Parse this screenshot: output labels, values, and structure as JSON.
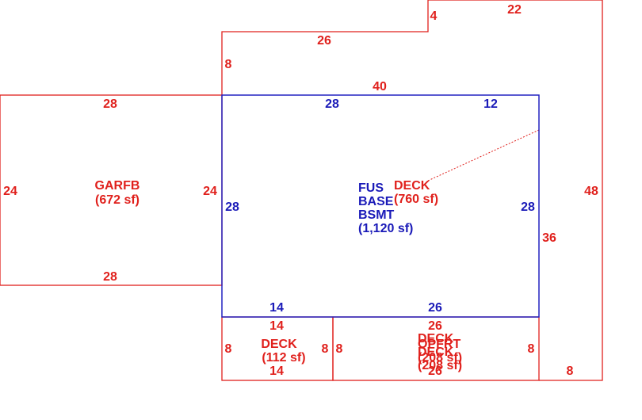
{
  "colors": {
    "addition": "#e0201c",
    "main": "#1a1ab8"
  },
  "dimensions": {
    "top_22": "22",
    "top_4": "4",
    "top_26": "26",
    "left_8": "8",
    "top_40": "40",
    "gar_top": "28",
    "gar_bottom": "28",
    "gar_left": "24",
    "gar_right": "24",
    "main_top_28": "28",
    "main_top_12": "12",
    "main_left": "28",
    "main_right": "28",
    "main_bottom_14": "14",
    "main_bottom_26": "26",
    "right_48": "48",
    "right_36": "36",
    "right_bottom_8": "8",
    "deck1_top": "14",
    "deck1_bottom": "14",
    "deck1_left": "8",
    "deck1_right": "8",
    "deck2_top": "26",
    "deck2_bottom": "26",
    "deck2_left": "8",
    "deck2_right": "8"
  },
  "areas": {
    "garfb_name": "GARFB",
    "garfb_area": "(672 sf)",
    "main_line1": "FUS",
    "main_line2": "BASE",
    "main_line3": "BSMT",
    "main_area": "(1,120 sf)",
    "deck_large_name": "DECK",
    "deck_large_area": "(760 sf)",
    "deck_small_name": "DECK",
    "deck_small_area": "(112 sf)",
    "deck_overlap_name_a": "DECK",
    "deck_overlap_name_b": "OPFRT",
    "deck_overlap_name_c": "DECK",
    "deck_overlap_area_a": "(208 sf)",
    "deck_overlap_area_b": "(208 sf)"
  }
}
